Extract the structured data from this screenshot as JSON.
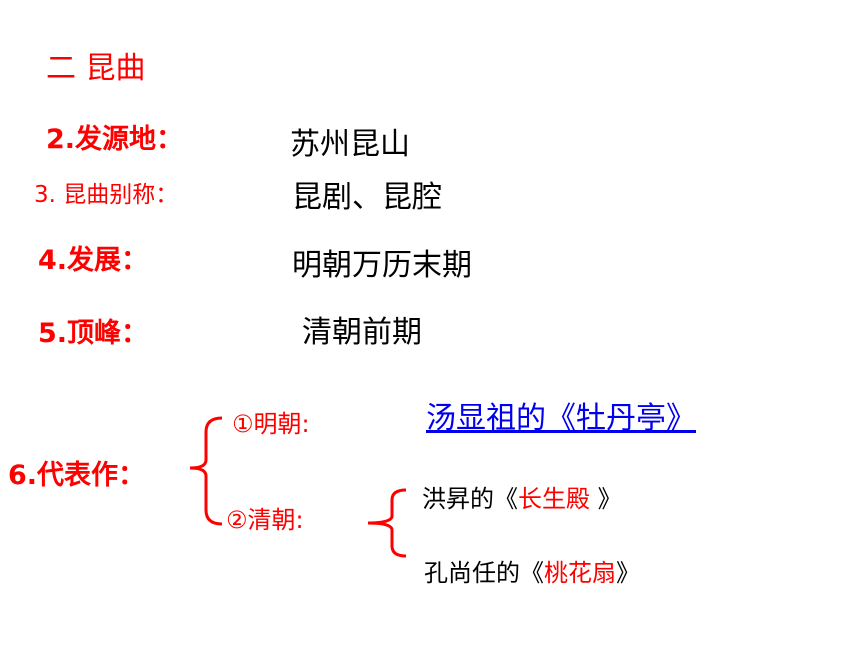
{
  "slide": {
    "section_title": "二   昆曲",
    "items": [
      {
        "label": "2.发源地：",
        "value": "苏州昆山"
      },
      {
        "label": "3. 昆曲别称：",
        "value": "昆剧、昆腔"
      },
      {
        "label": "4.发展：",
        "value": "明朝万历末期"
      },
      {
        "label": "5.顶峰：",
        "value": "清朝前期"
      }
    ],
    "works": {
      "label": "6.代表作：",
      "ming": {
        "label": "①明朝:",
        "work": "汤显祖的《牡丹亭》"
      },
      "qing": {
        "label": "②清朝:",
        "works": [
          {
            "prefix": "洪昇的《",
            "title": "长生殿",
            "suffix": " 》"
          },
          {
            "prefix": "孔尚任的《",
            "title": "桃花扇",
            "suffix": "》"
          }
        ]
      }
    },
    "colors": {
      "label": "#ff0000",
      "text": "#000000",
      "link": "#0000ee"
    }
  }
}
